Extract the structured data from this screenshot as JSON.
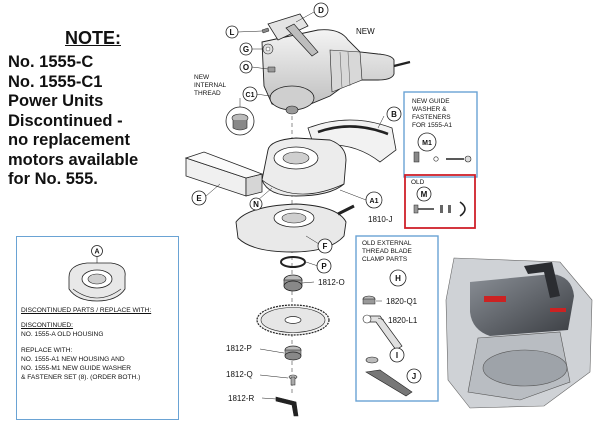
{
  "note": {
    "title": "NOTE:",
    "lines": [
      "No. 1555-C",
      "No. 1555-C1",
      "Power Units",
      "Discontinued -",
      "no replacement",
      "motors available",
      "for No. 555."
    ]
  },
  "discontinued_box": {
    "callout": "A",
    "heading": "DISCONTINUED PARTS / REPLACE WITH:",
    "discontinued_label": "DISCONTINUED:",
    "discontinued_item": "NO. 1555-A OLD HOUSING",
    "replace_lines": [
      "REPLACE WITH:",
      "NO. 1555-A1 NEW HOUSING AND",
      "NO. 1555-M1 NEW GUIDE WASHER",
      "& FASTENER SET (8).  (ORDER BOTH.)"
    ]
  },
  "labels": {
    "new": "NEW",
    "new_internal_thread": [
      "NEW",
      "INTERNAL",
      "THREAD"
    ],
    "new_guide_washer": [
      "NEW GUIDE",
      "WASHER &",
      "FASTENERS",
      "FOR 1555-A1"
    ],
    "old": "OLD",
    "old_external": [
      "OLD EXTERNAL",
      "THREAD BLADE",
      "CLAMP PARTS"
    ],
    "parts": {
      "D": "D",
      "L": "L",
      "G": "G",
      "O": "O",
      "C1": "C1",
      "B": "B",
      "M1": "M1",
      "E": "E",
      "N": "N",
      "A1": "A1",
      "M": "M",
      "F": "F",
      "P": "P",
      "H": "H",
      "I": "I",
      "J": "J"
    },
    "part_numbers": {
      "p1810J": "1810-J",
      "p1812O": "1812-O",
      "p1812P": "1812-P",
      "p1812Q": "1812-Q",
      "p1812R": "1812-R",
      "p1820Q1": "1820-Q1",
      "p1820L1": "1820-L1"
    }
  },
  "colors": {
    "blue_box": "#6aa3d4",
    "red_box": "#d0202a",
    "line": "#222222"
  }
}
